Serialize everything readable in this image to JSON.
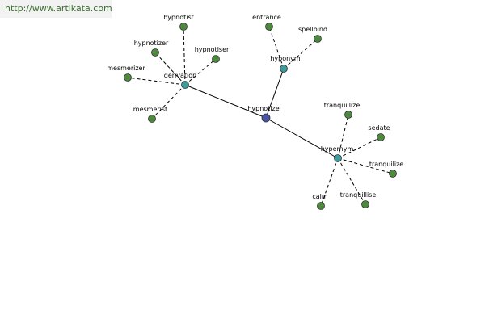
{
  "source_url": "http://www.artikata.com",
  "colors": {
    "center_node": "#4a55a2",
    "relation_node": "#3c9c9c",
    "word_node": "#4e8a3e"
  },
  "diagram": {
    "center": "hypnotize",
    "relations": [
      {
        "label": "derivation",
        "words": [
          "hypnotist",
          "hypnotizer",
          "hypnotiser",
          "mesmerizer",
          "mesmerist"
        ]
      },
      {
        "label": "hyponym",
        "words": [
          "entrance",
          "spellbind"
        ]
      },
      {
        "label": "hypernym",
        "words": [
          "tranquillize",
          "sedate",
          "tranquilize",
          "calm",
          "tranquillise"
        ]
      }
    ]
  }
}
